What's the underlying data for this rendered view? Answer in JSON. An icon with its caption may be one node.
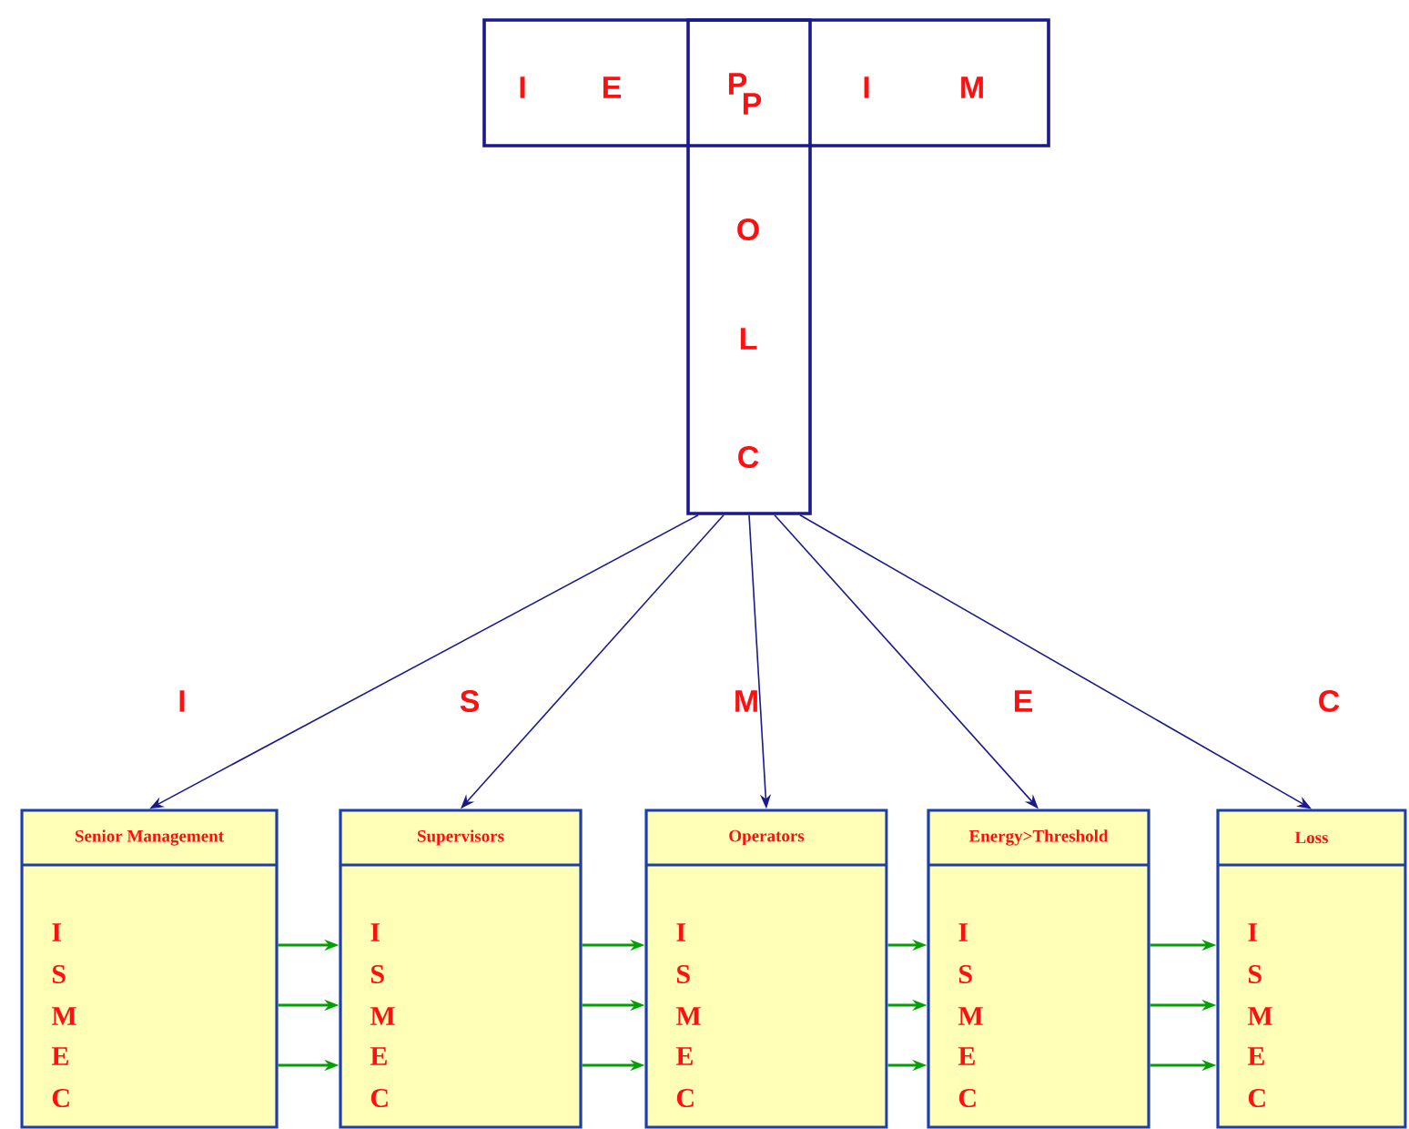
{
  "diagram": {
    "nodes": [
      {
        "text": [
          "I",
          "E",
          "I",
          "M"
        ]
      },
      {
        "text": [
          "P",
          "P",
          "O",
          "L",
          "C"
        ]
      },
      {
        "text": [
          "Senior Management",
          "I",
          "S",
          "M",
          "E",
          "C"
        ]
      },
      {
        "text": [
          "Supervisors",
          "I",
          "S",
          "M",
          "E",
          "C"
        ]
      },
      {
        "text": [
          "Operators",
          "I",
          "S",
          "M",
          "E",
          "C"
        ]
      },
      {
        "text": [
          "Energy>Threshold",
          "I",
          "S",
          "M",
          "E",
          "C"
        ]
      },
      {
        "text": [
          "Loss",
          "I",
          "S",
          "M",
          "E",
          "C"
        ]
      }
    ],
    "edges": [
      {
        "from": 1,
        "to": 2,
        "arrow": "to",
        "color": "#1a1a8c"
      },
      {
        "from": 1,
        "to": 3,
        "arrow": "to",
        "color": "#1a1a8c"
      },
      {
        "from": 1,
        "to": 4,
        "arrow": "to",
        "color": "#1a1a8c"
      },
      {
        "from": 1,
        "to": 5,
        "arrow": "to",
        "color": "#1a1a8c"
      },
      {
        "from": 1,
        "to": 6,
        "arrow": "to",
        "color": "#1a1a8c"
      },
      {
        "from": 2,
        "to": 3,
        "arrow": "to",
        "color": "#00a000"
      },
      {
        "from": 2,
        "to": 3,
        "arrow": "to",
        "color": "#00a000"
      },
      {
        "from": 2,
        "to": 3,
        "arrow": "to",
        "color": "#00a000"
      },
      {
        "from": 3,
        "to": 4,
        "arrow": "to",
        "color": "#00a000"
      },
      {
        "from": 3,
        "to": 4,
        "arrow": "to",
        "color": "#00a000"
      },
      {
        "from": 3,
        "to": 4,
        "arrow": "to",
        "color": "#00a000"
      },
      {
        "from": 4,
        "to": 5,
        "arrow": "to",
        "color": "#00a000"
      },
      {
        "from": 4,
        "to": 5,
        "arrow": "to",
        "color": "#00a000"
      },
      {
        "from": 4,
        "to": 5,
        "arrow": "to",
        "color": "#00a000"
      },
      {
        "from": 5,
        "to": 6,
        "arrow": "to",
        "color": "#00a000"
      },
      {
        "from": 5,
        "to": 6,
        "arrow": "to",
        "color": "#00a000"
      },
      {
        "from": 5,
        "to": 6,
        "arrow": "to",
        "color": "#00a000"
      }
    ],
    "labels": [
      "I",
      "S",
      "M",
      "E",
      "C"
    ]
  }
}
